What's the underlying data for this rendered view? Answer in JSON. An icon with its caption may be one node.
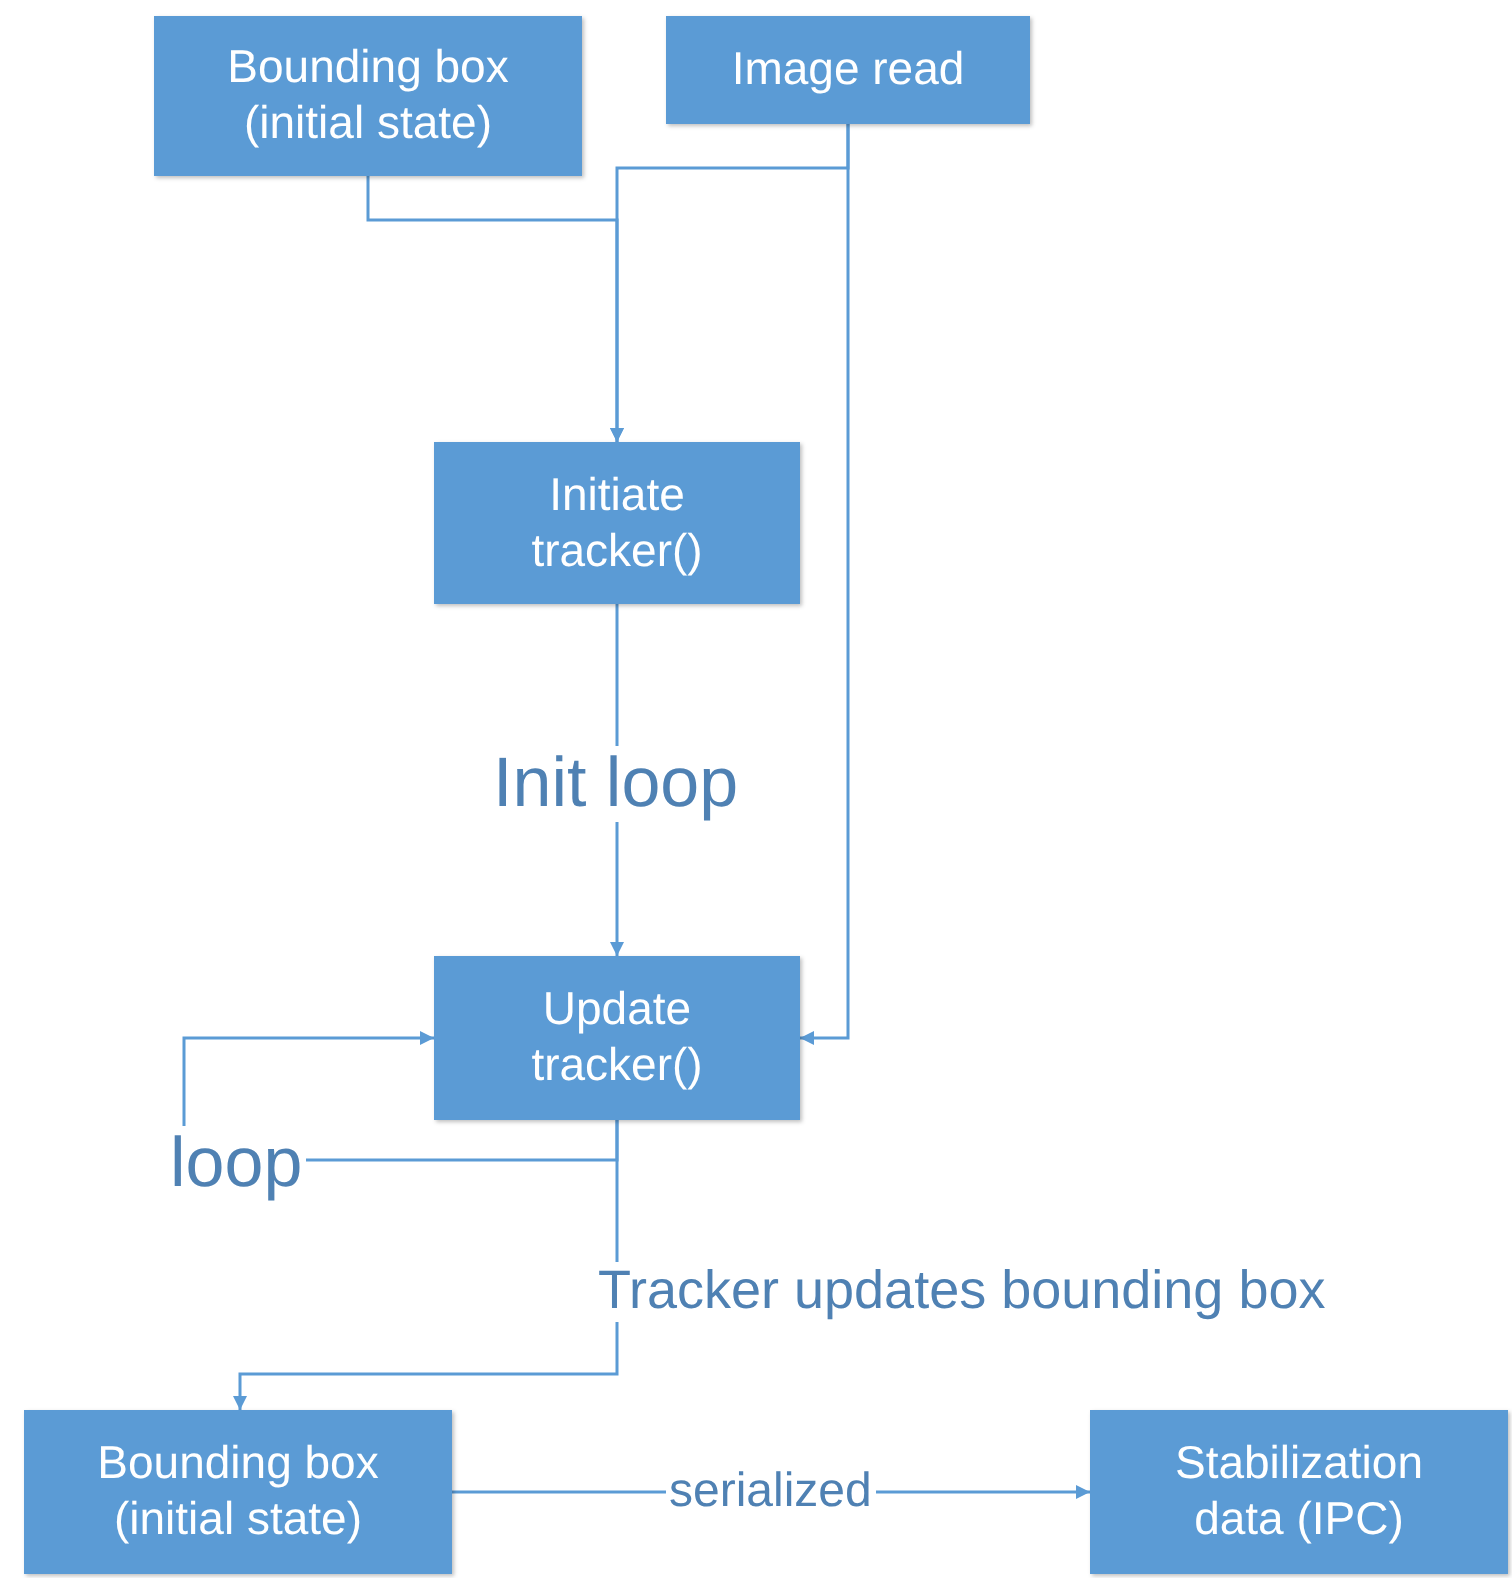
{
  "diagram": {
    "nodes": [
      {
        "text": [
          "Bounding box (initial state)"
        ]
      },
      {
        "text": [
          "Image read"
        ]
      },
      {
        "text": [
          "Initiate tracker()"
        ]
      },
      {
        "text": [
          "Update tracker()"
        ]
      },
      {
        "text": [
          "Bounding box (initial state)"
        ]
      },
      {
        "text": [
          "Stabilization data (IPC)"
        ]
      }
    ],
    "edges": [
      {
        "from": 0,
        "to": 2,
        "arrow": "to"
      },
      {
        "from": 1,
        "to": 2,
        "arrow": "to"
      },
      {
        "from": 1,
        "to": 3,
        "arrow": "to"
      },
      {
        "from": 2,
        "to": 3,
        "arrow": "to",
        "label": "Init loop"
      },
      {
        "from": 3,
        "to": 3,
        "arrow": "to",
        "label": "loop"
      },
      {
        "from": 3,
        "to": 4,
        "arrow": "to",
        "label": "Tracker updates bounding box"
      },
      {
        "from": 4,
        "to": 5,
        "arrow": "to",
        "label": "serialized"
      }
    ]
  }
}
